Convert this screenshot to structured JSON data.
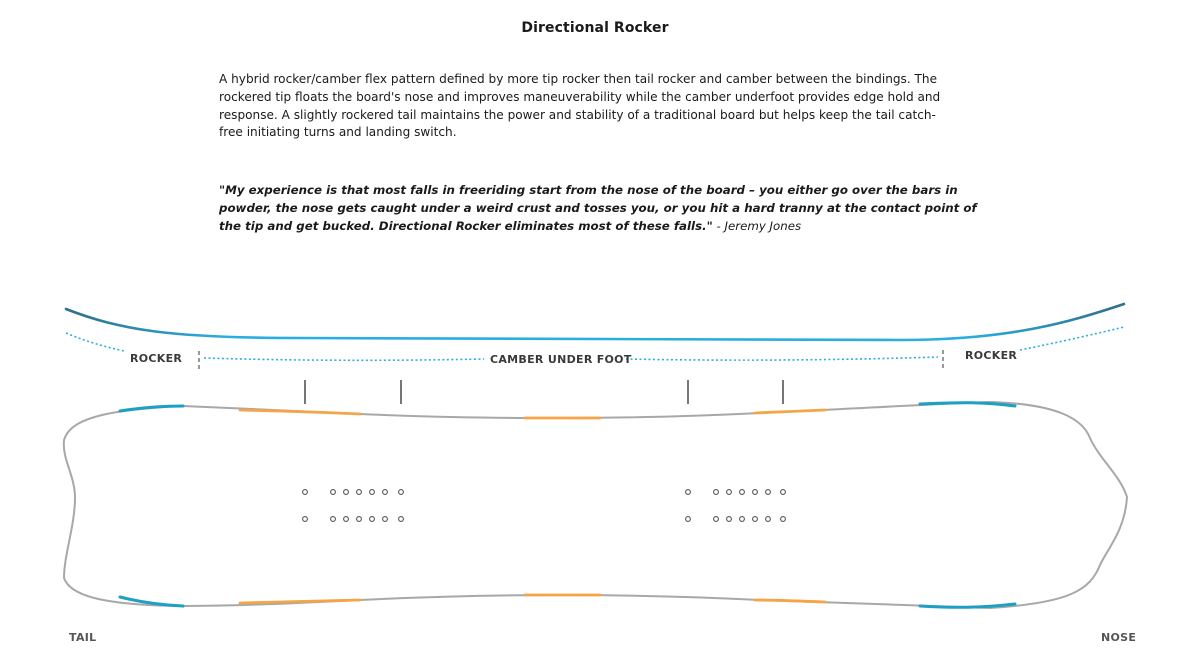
{
  "title": "Directional Rocker",
  "description": "A hybrid rocker/camber flex pattern defined by more tip rocker then tail rocker and camber between the bindings. The rockered tip floats the board's nose and improves maneuverability while the camber underfoot provides edge hold and response. A slightly rockered tail maintains the power and stability of a traditional board but helps keep the tail catch-free initiating turns and landing switch.",
  "quote": {
    "text": "\"My experience is that most falls in freeriding start from the nose of the board – you either go over the bars in powder, the nose gets caught under a weird crust and tosses you, or you hit a hard tranny at the contact point of the tip and get bucked. Directional Rocker eliminates most of these falls.\"",
    "author": " - Jeremy Jones"
  },
  "diagram": {
    "label_rocker_left": "ROCKER",
    "label_camber": "CAMBER UNDER FOOT",
    "label_rocker_right": "ROCKER",
    "label_tail": "TAIL",
    "label_nose": "NOSE",
    "colors": {
      "profile_dark": "#2f6f8a",
      "profile_light": "#2aaee0",
      "outline": "#a8a8a8",
      "edge_blue": "#1e9fc4",
      "edge_orange": "#f5a448",
      "marker": "#555555"
    }
  }
}
